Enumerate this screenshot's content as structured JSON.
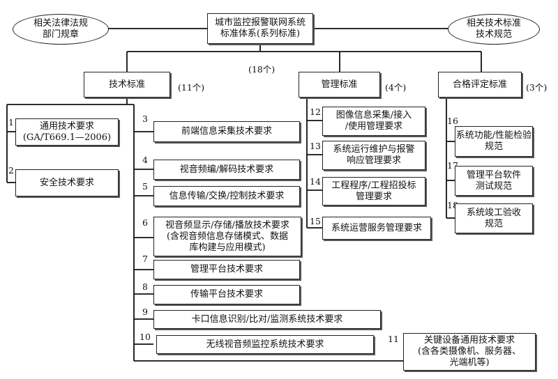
{
  "root": {
    "title": "城市监控报警联网系统\n标准体系(系列标准)",
    "total_count": "(18个)"
  },
  "laws": "相关法律法规\n部门规章",
  "tech_norms": "相关技术标准\n技术规范",
  "categories": {
    "tech": {
      "label": "技术标准",
      "count": "(11个)"
    },
    "mgmt": {
      "label": "管理标准",
      "count": "(4个)"
    },
    "conf": {
      "label": "合格评定标准",
      "count": "(3个)"
    }
  },
  "items": [
    {
      "num": "1",
      "label": "通用技术要求\n(GA/T669.1—2006)"
    },
    {
      "num": "2",
      "label": "安全技术要求"
    },
    {
      "num": "3",
      "label": "前端信息采集技术要求"
    },
    {
      "num": "4",
      "label": "视音频编/解码技术要求"
    },
    {
      "num": "5",
      "label": "信息传输/交换/控制技术要求"
    },
    {
      "num": "6",
      "label": "视音频显示/存储/播放技术要求\n(含视音频信息存储模式、数据\n库构建与应用模式)"
    },
    {
      "num": "7",
      "label": "管理平台技术要求"
    },
    {
      "num": "8",
      "label": "传输平台技术要求"
    },
    {
      "num": "9",
      "label": "卡口信息识别/比对/监测系统技术要求"
    },
    {
      "num": "10",
      "label": "无线视音频监控系统技术要求"
    },
    {
      "num": "11",
      "label": "关键设备通用技术要求\n(含各类摄像机、服务器、\n光端机等)"
    },
    {
      "num": "12",
      "label": "图像信息采集/接入\n/使用管理要求"
    },
    {
      "num": "13",
      "label": "系统运行维护与报警\n响应管理要求"
    },
    {
      "num": "14",
      "label": "工程程序/工程招投标\n管理要求"
    },
    {
      "num": "15",
      "label": "系统运营服务管理要求"
    },
    {
      "num": "16",
      "label": "系统功能/性能检验\n规范"
    },
    {
      "num": "17",
      "label": "管理平台软件\n测试规范"
    },
    {
      "num": "18",
      "label": "系统竣工验收\n规范"
    }
  ]
}
